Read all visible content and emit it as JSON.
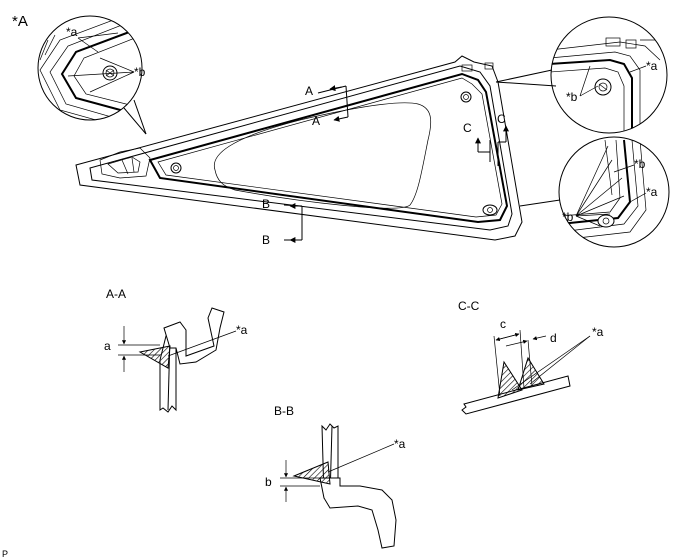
{
  "figure_label": "*A",
  "section_labels": {
    "aa": "A-A",
    "bb": "B-B",
    "cc": "C-C"
  },
  "cut_letters": {
    "a": "A",
    "b": "B",
    "c": "C"
  },
  "callouts": {
    "adhesive": "*a",
    "fastener": "*b"
  },
  "dimensions": {
    "a": "a",
    "b": "b",
    "c": "c",
    "d": "d"
  },
  "corner_mark": "P"
}
